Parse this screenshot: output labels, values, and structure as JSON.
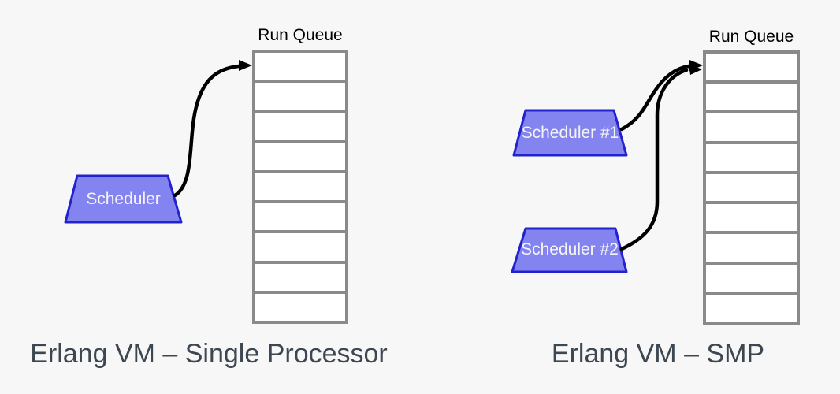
{
  "colors": {
    "background": "#f7f7f7",
    "queue_frame": "#8a8a8a",
    "queue_cell": "#ffffff",
    "scheduler_fill": "#8484f0",
    "scheduler_border": "#2323cd",
    "scheduler_text": "#f4f4f4",
    "arrow": "#000000",
    "caption_text": "#3d4751",
    "queue_label_text": "#000000"
  },
  "diagrams": [
    {
      "caption": "Erlang VM – Single Processor",
      "run_queue": {
        "label": "Run Queue",
        "cells": 9
      },
      "schedulers": [
        {
          "label": "Scheduler"
        }
      ]
    },
    {
      "caption": "Erlang VM – SMP",
      "run_queue": {
        "label": "Run Queue",
        "cells": 9
      },
      "schedulers": [
        {
          "label": "Scheduler #1"
        },
        {
          "label": "Scheduler #2"
        }
      ]
    }
  ]
}
